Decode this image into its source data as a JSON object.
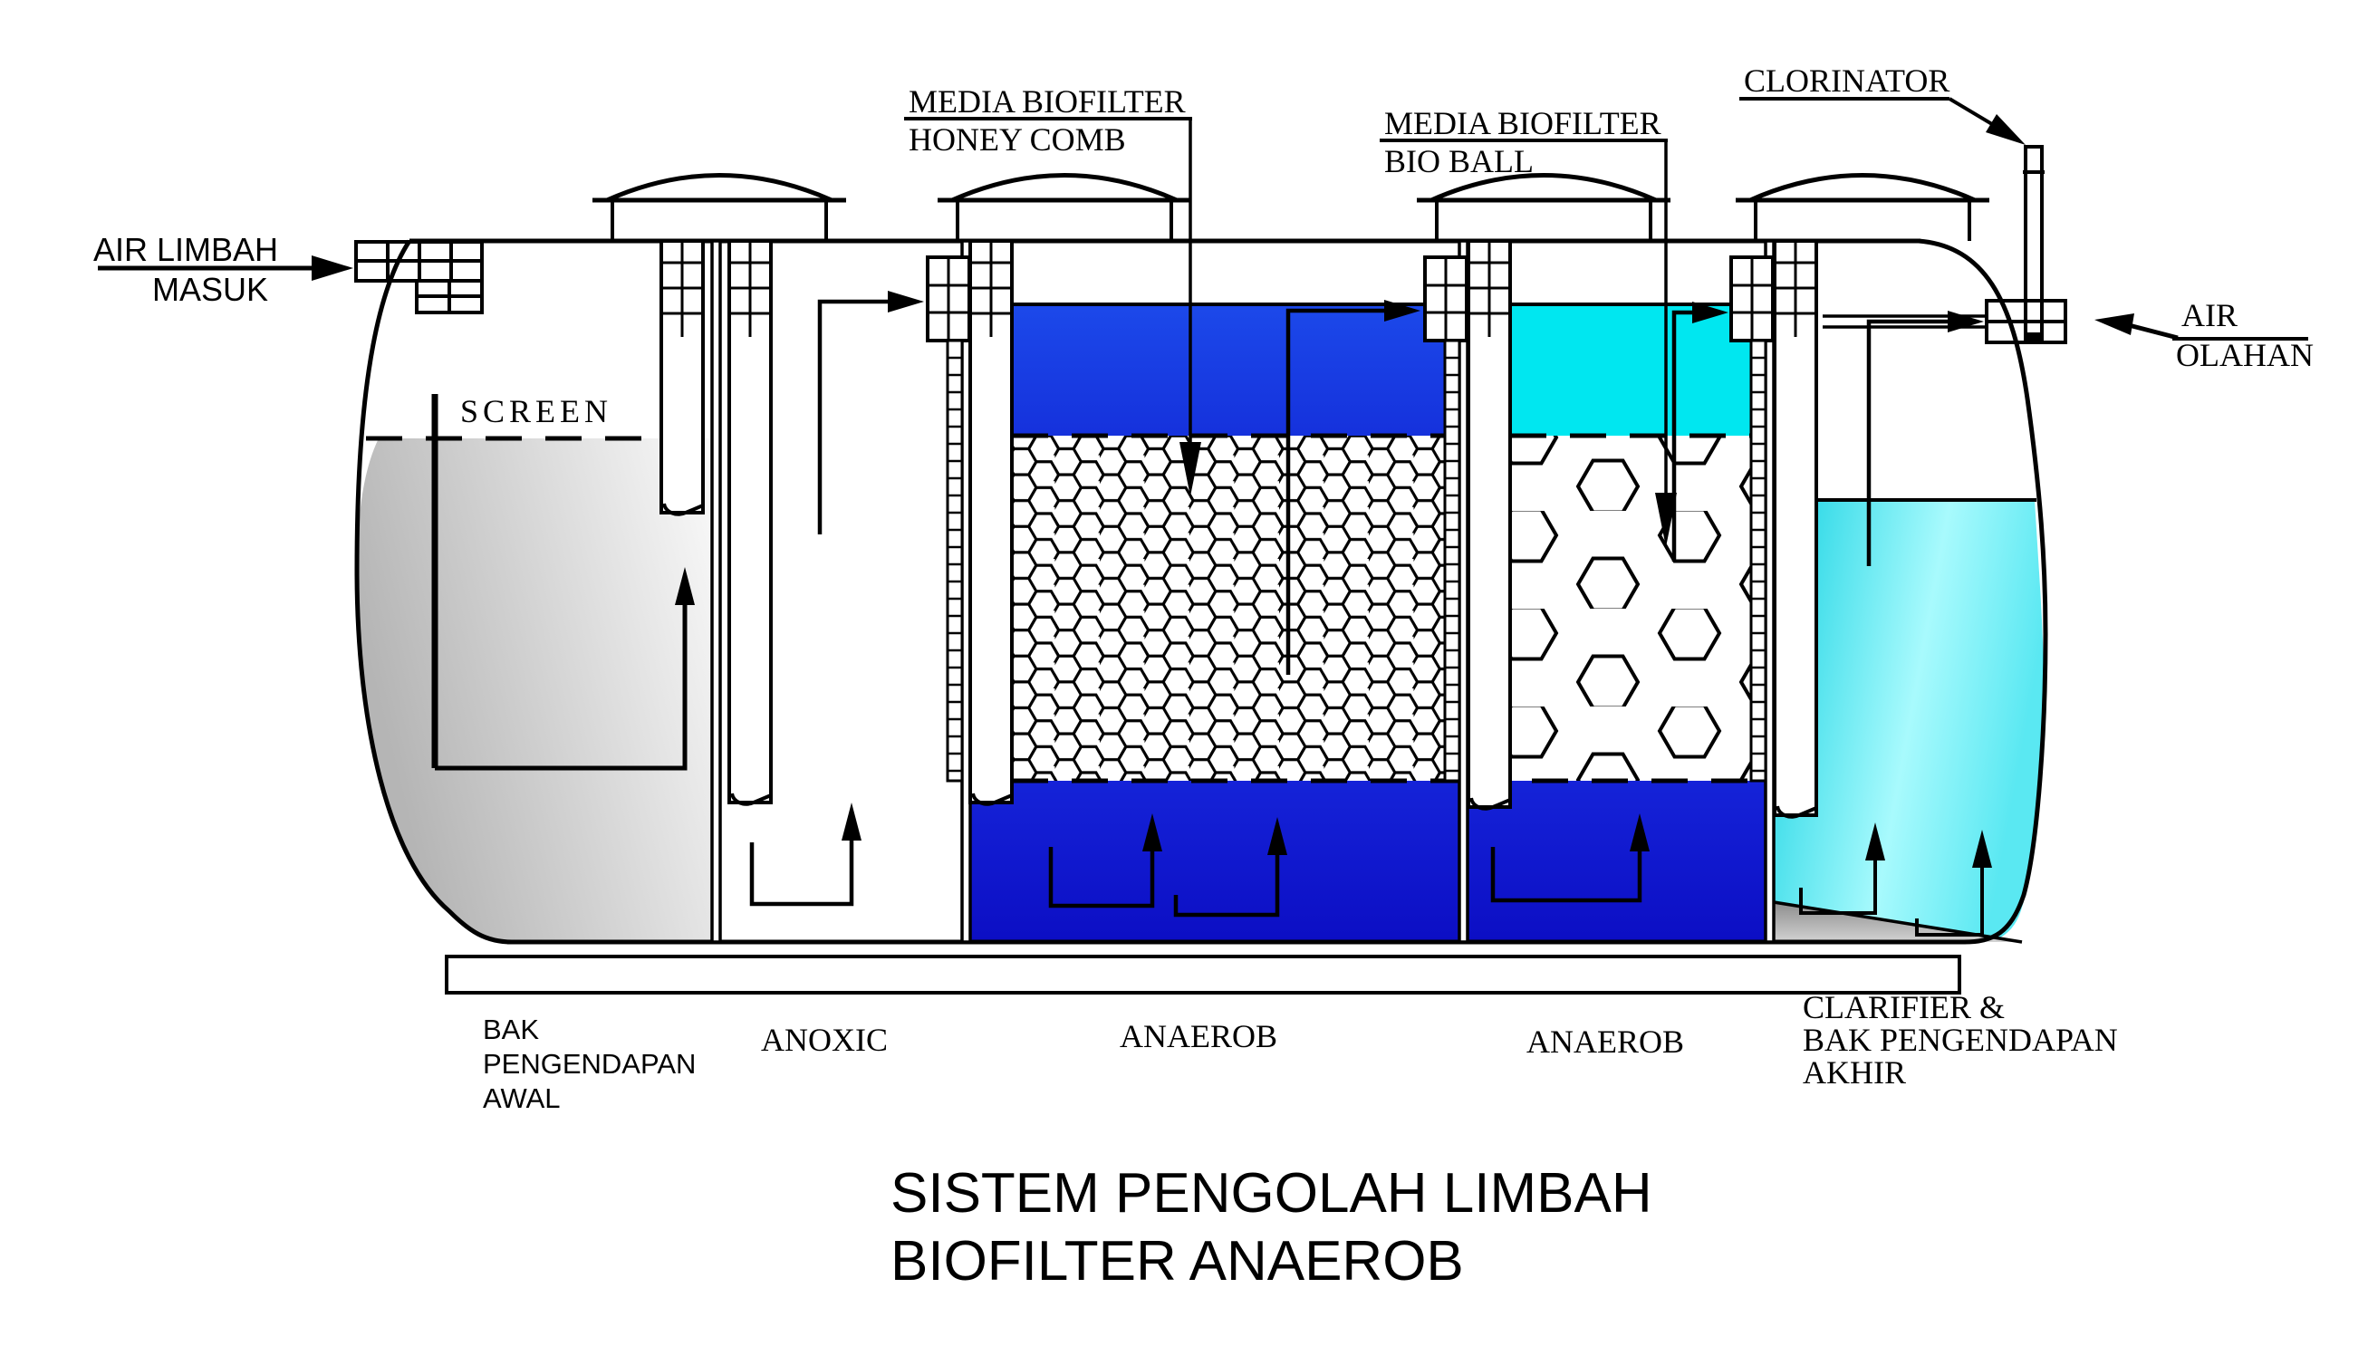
{
  "diagram": {
    "title": {
      "line1": "SISTEM PENGOLAH LIMBAH",
      "line2": "BIOFILTER ANAEROB"
    },
    "inlet_label": {
      "line1": "AIR LIMBAH",
      "line2": "MASUK"
    },
    "outlet_label": {
      "line1": "AIR",
      "line2": "OLAHAN"
    },
    "screen_label": "SCREEN",
    "clorinator_label": "CLORINATOR",
    "media_honeycomb": {
      "line1": "MEDIA BIOFILTER",
      "line2": "HONEY COMB"
    },
    "media_bioball": {
      "line1": "MEDIA BIOFILTER",
      "line2": "BIO BALL"
    },
    "compartments": {
      "c1": {
        "line1": "BAK",
        "line2": "PENGENDAPAN",
        "line3": "AWAL"
      },
      "c2": "ANOXIC",
      "c3": "ANAEROB",
      "c4": "ANAEROB",
      "c5": {
        "line1": "CLARIFIER &",
        "line2": "BAK PENGENDAPAN",
        "line3": "AKHIR"
      }
    },
    "colors": {
      "line": "#000000",
      "blue_top": "#1c49ea",
      "blue_top_deep": "#1531dc",
      "blue_bottom": "#1523d8",
      "blue_bottom_deep": "#0c0ec4",
      "cyan_flat": "#00e7f0",
      "clarifier_edge": "#16d2e2",
      "clarifier_light": "#a8fafd",
      "gray_dark": "#b5b5b5",
      "gray_light": "#fafafa",
      "sludge_dark": "#8d8d8d",
      "sludge_light": "#d2d2d2"
    }
  }
}
